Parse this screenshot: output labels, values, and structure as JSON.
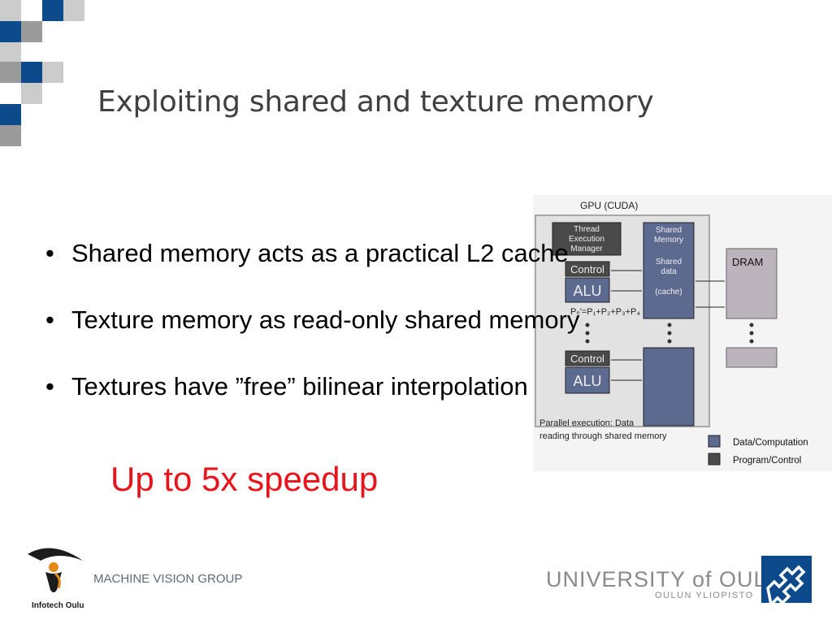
{
  "slide": {
    "title": "Exploiting shared and texture memory",
    "bullets": [
      "Shared memory acts as a practical L2 cache",
      "Texture memory as read-only shared memory",
      "Textures have ”free” bilinear interpolation"
    ],
    "bullet_glyph": "•",
    "highlight": "Up to 5x speedup",
    "highlight_color": "#e8141c"
  },
  "diagram": {
    "title": "GPU (CUDA)",
    "thread_manager": [
      "Thread",
      "Execution",
      "Manager"
    ],
    "control": "Control",
    "alu": "ALU",
    "shared_memory": [
      "Shared",
      "Memory"
    ],
    "shared_data": [
      "Shared",
      "data"
    ],
    "cache": "(cache)",
    "dram": "DRAM",
    "formula": "Pₙ'=P₁+P₂+P₃+P₄",
    "caption": [
      "Parallel execution: Data",
      "reading through shared memory"
    ],
    "legend": [
      {
        "label": "Data/Computation",
        "color": "#5d6a90"
      },
      {
        "label": "Program/Control",
        "color": "#4a4a4a"
      }
    ]
  },
  "footer": {
    "group": "MACHINE VISION GROUP",
    "left_logo_text": "Infotech Oulu",
    "university": "UNIVERSITY of OULU",
    "university_sub": "OULUN YLIOPISTO"
  },
  "colors": {
    "square_blue": "#0c4a8c",
    "square_gray": "#9a9a9a",
    "square_light": "#cccccc",
    "title": "#404040"
  }
}
